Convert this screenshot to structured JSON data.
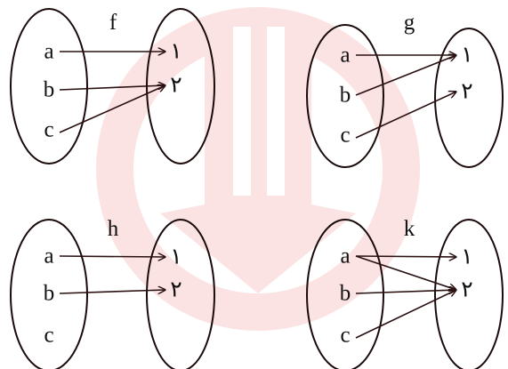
{
  "diagrams": [
    {
      "title": "f",
      "domain": [
        "a",
        "b",
        "c"
      ],
      "codomain": [
        "۱",
        "۲"
      ],
      "mapping": [
        [
          0,
          0
        ],
        [
          1,
          1
        ],
        [
          2,
          1
        ]
      ]
    },
    {
      "title": "g",
      "domain": [
        "a",
        "b",
        "c"
      ],
      "codomain": [
        "۱",
        "۲"
      ],
      "mapping": [
        [
          0,
          0
        ],
        [
          1,
          0
        ],
        [
          2,
          1
        ]
      ]
    },
    {
      "title": "h",
      "domain": [
        "a",
        "b",
        "c"
      ],
      "codomain": [
        "۱",
        "۲"
      ],
      "mapping": [
        [
          0,
          0
        ],
        [
          1,
          1
        ]
      ]
    },
    {
      "title": "k",
      "domain": [
        "a",
        "b",
        "c"
      ],
      "codomain": [
        "۱",
        "۲"
      ],
      "mapping": [
        [
          0,
          0
        ],
        [
          0,
          1
        ],
        [
          1,
          1
        ],
        [
          2,
          1
        ]
      ]
    }
  ],
  "colors": {
    "ink": "#1a0a0a",
    "arrow": "#2a1010",
    "watermark": "#fbe3e3"
  }
}
